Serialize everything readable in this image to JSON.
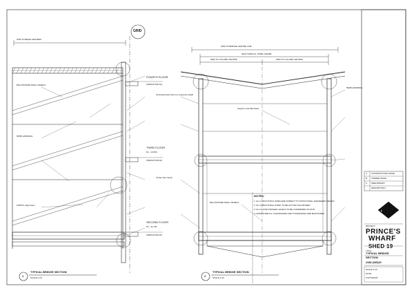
{
  "grid_label": "GRID",
  "floors": {
    "fourth": "FOURTH FLOOR",
    "third": "THIRD FLOOR",
    "third_rl": "R.L. 14.530",
    "second": "SECOND FLOOR",
    "second_rl": "R.L. 11.700",
    "indicative": "(INDICATIVE RL)"
  },
  "left_section": {
    "number": "1",
    "title": "TYPICAL BRIDGE SECTION",
    "scale": "SCALE 1:20"
  },
  "right_section": {
    "number": "2",
    "title": "TYPICAL BRIDGE SECTION",
    "scale": "SCALE 1:20"
  },
  "dims": {
    "top_left": "3245 TO BEAM CENTRES",
    "top_right": "3250 TO BRIDGE CENTRE LINE",
    "mid_right": "3610 OVER ALL STEEL FRAME",
    "col_left": "2900 TO COLUMN CENTRE",
    "col_right": "2900 TO COLUMN CENTRE"
  },
  "notes": {
    "heading": "NOTES:",
    "items": [
      "1. ALL STRUCTURAL SIZES ARE SUBJECT TO STRUCTURAL ENGINEERS DESIGN",
      "2. ALL STRUCTURAL STEEL TO BE HOT DIP GALVANISED",
      "3. ALL FLOOR FINISHES LEVELS TO BE CONFIRMED ON SITE",
      "4. MAKE SURE ALL CLEARANCES AND TOLERANCES ARE MAINTAINED"
    ]
  },
  "annotations": {
    "balustrade": "BALUSTRADE INFILL PANELS",
    "handrail": "50NB HANDRAIL",
    "support_rod": "Support rods fabricated",
    "floor_finish": "Timber floor finish",
    "edge_beam": "150PFC edge beam",
    "steel_frame": "Structural steel frame to engineers detail"
  },
  "title_block": {
    "revisions": [
      {
        "rev": "A",
        "desc": "CONSTRUCTION ISSUE"
      },
      {
        "rev": "B",
        "desc": "TENDER ISSUE"
      },
      {
        "rev": "C",
        "desc": "PRELIMINARY"
      },
      {
        "rev": "",
        "desc": "DESCRIPTION"
      }
    ],
    "project_label": "PROJECT",
    "project_line1": "PRINCE'S",
    "project_line2": "WHARF",
    "project_line3": "SHED 19",
    "title_label": "TITLE",
    "title_line1": "TYPICAL BRIDGE",
    "title_line2": "SECTION",
    "drawing_no": "2482 (DE)40",
    "scale_label": "SCALE 1:20",
    "note_label": "NOTE",
    "copyright": "COPYRIGHT"
  }
}
